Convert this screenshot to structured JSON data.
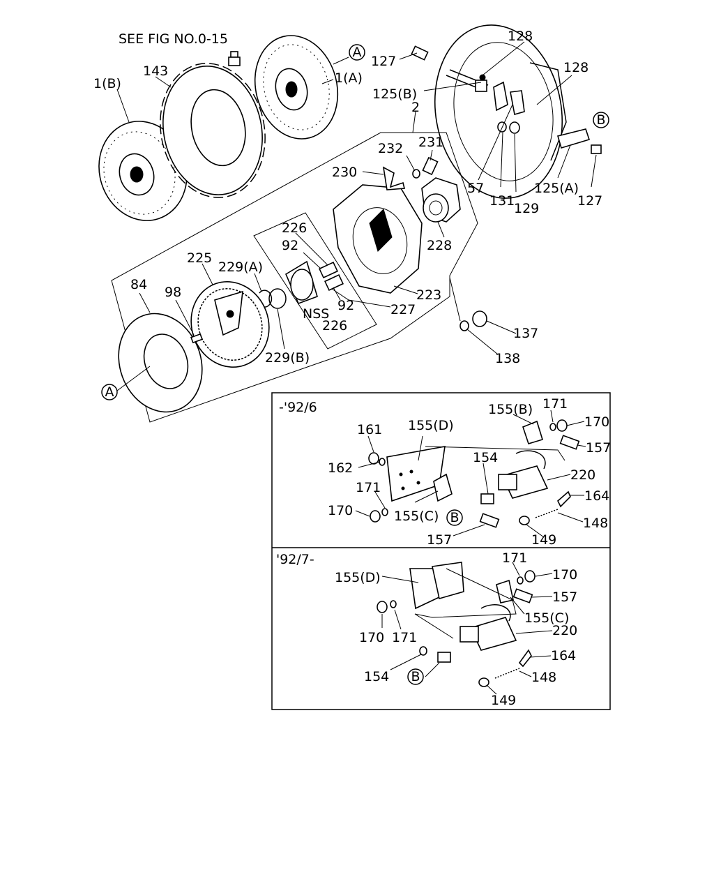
{
  "reference_note": "SEE FIG NO.0-15",
  "callout_letters": {
    "a": "A",
    "b": "B"
  },
  "section_labels": {
    "early": "-'92/6",
    "late": "'92/7-"
  },
  "main_labels": {
    "p1b": "1(B)",
    "p143": "143",
    "p1a": "1(A)",
    "p127_top": "127",
    "p128_top": "128",
    "p128_right": "128",
    "p125b": "125(B)",
    "p2": "2",
    "p232": "232",
    "p231": "231",
    "p230": "230",
    "p57": "57",
    "p131": "131",
    "p129": "129",
    "p125a": "125(A)",
    "p127_right": "127",
    "p226_top": "226",
    "p92_top": "92",
    "p228": "228",
    "p225": "225",
    "p229a": "229(A)",
    "p84": "84",
    "p98": "98",
    "p92_bottom": "92",
    "p223": "223",
    "p227": "227",
    "nss": "NSS",
    "p226_bottom": "226",
    "p229b": "229(B)",
    "p137": "137",
    "p138": "138"
  },
  "early_labels": {
    "p155b": "155(B)",
    "p171_top": "171",
    "p170_top": "170",
    "p161": "161",
    "p155d": "155(D)",
    "p157_right": "157",
    "p154": "154",
    "p162": "162",
    "p220": "220",
    "p171_left": "171",
    "p164": "164",
    "p170_left": "170",
    "p155c": "155(C)",
    "p148": "148",
    "p157_bottom": "157",
    "p149": "149"
  },
  "late_labels": {
    "p171_top": "171",
    "p170_top": "170",
    "p155d": "155(D)",
    "p157": "157",
    "p155c": "155(C)",
    "p220": "220",
    "p170_left": "170",
    "p171_left": "171",
    "p164": "164",
    "p154": "154",
    "p148": "148",
    "p149": "149"
  }
}
